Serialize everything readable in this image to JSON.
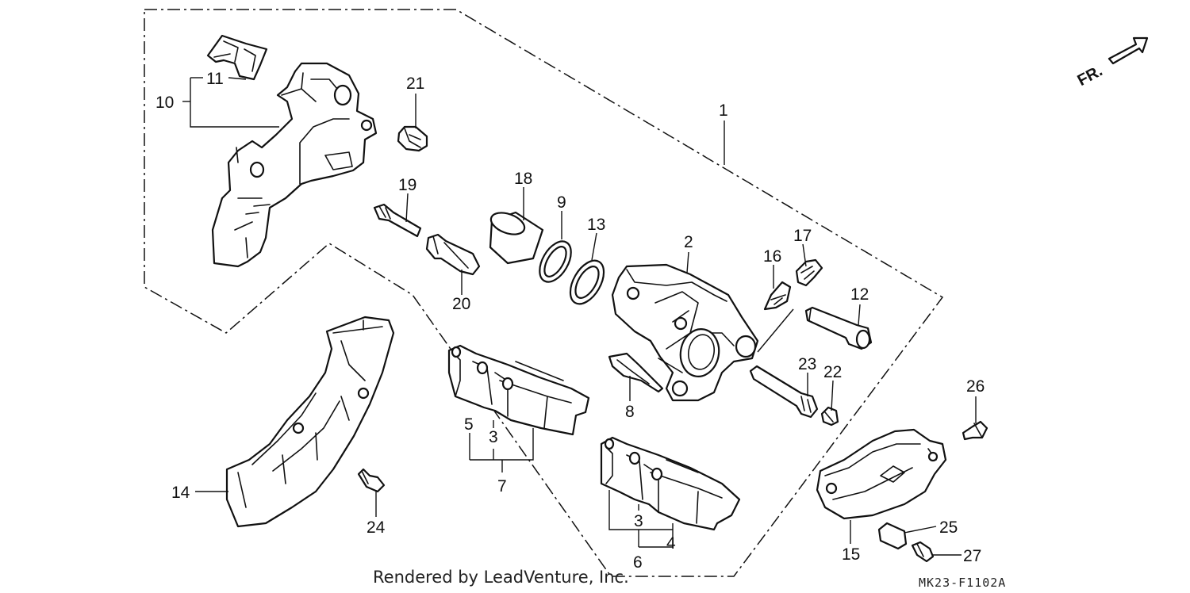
{
  "diagram": {
    "direction_marker": "FR.",
    "diagram_code": "MK23-F1102A",
    "credit": "Rendered by LeadVenture, Inc.",
    "callouts": [
      "1",
      "2",
      "3",
      "3",
      "4",
      "5",
      "6",
      "7",
      "8",
      "9",
      "10",
      "11",
      "12",
      "13",
      "14",
      "15",
      "16",
      "17",
      "18",
      "19",
      "20",
      "21",
      "22",
      "23",
      "24",
      "25",
      "26",
      "27"
    ]
  }
}
